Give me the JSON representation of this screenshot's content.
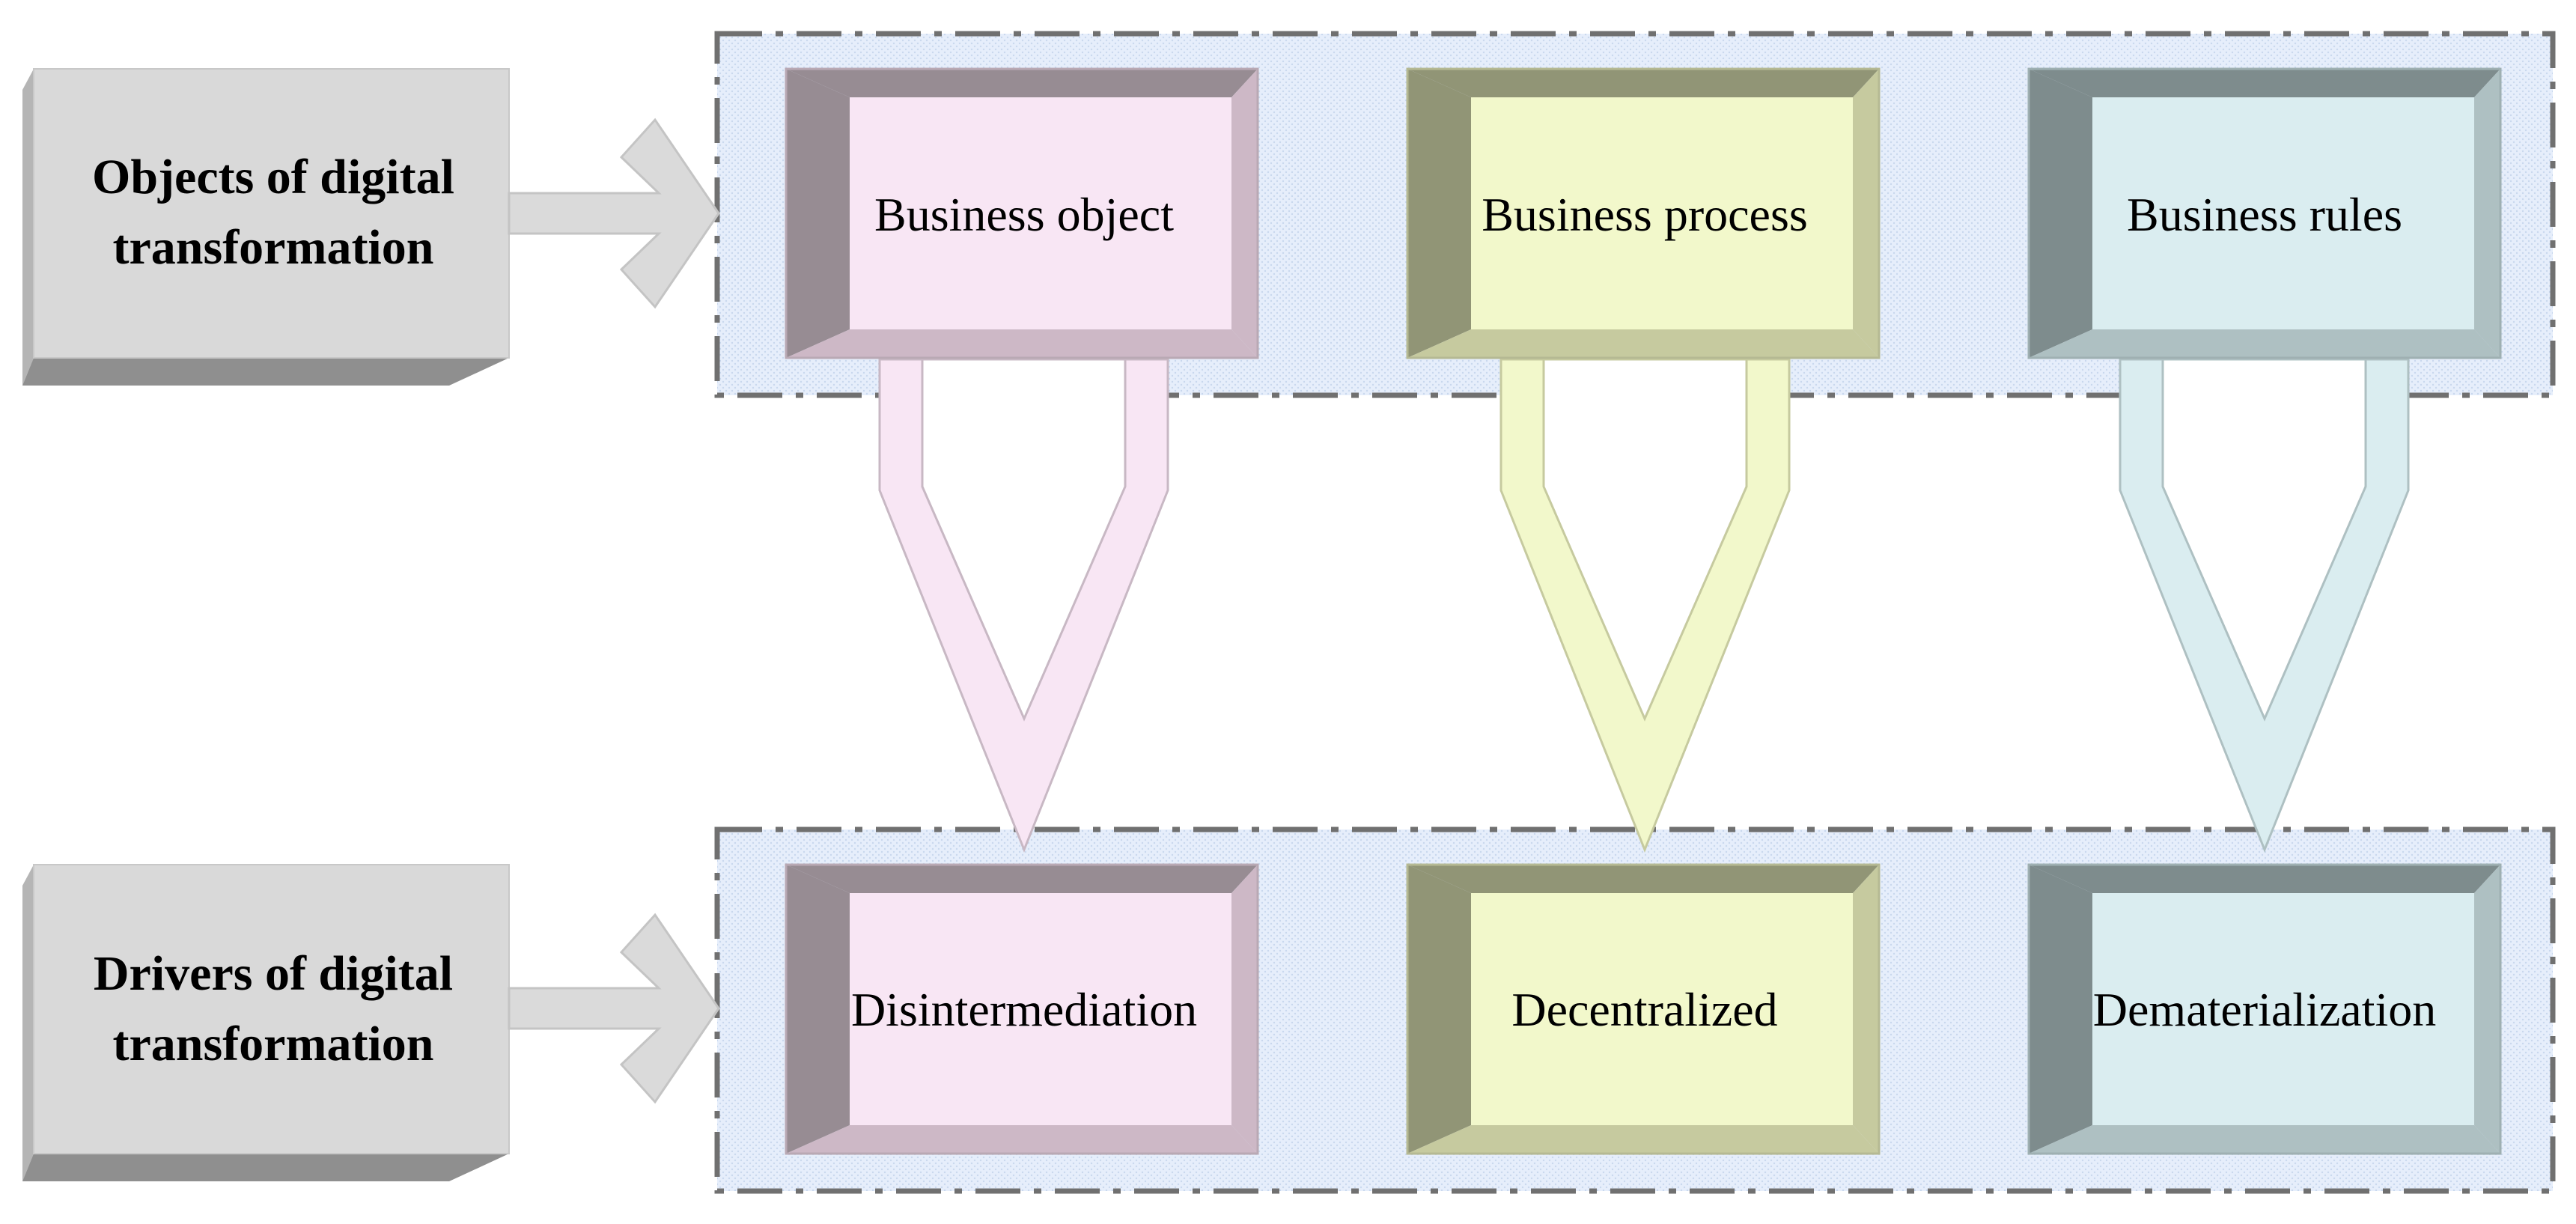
{
  "diagram": {
    "left_labels": {
      "objects": [
        "Objects of digital",
        "transformation"
      ],
      "drivers": [
        "Drivers of digital",
        "transformation"
      ]
    },
    "objects": [
      {
        "label": "Business object",
        "color": "pink"
      },
      {
        "label": "Business process",
        "color": "yellow"
      },
      {
        "label": "Business rules",
        "color": "cyan"
      }
    ],
    "drivers": [
      {
        "label": "Disintermediation",
        "color": "pink"
      },
      {
        "label": "Decentralized",
        "color": "yellow"
      },
      {
        "label": "Dematerialization",
        "color": "cyan"
      }
    ],
    "colors": {
      "pink": {
        "face": "#f8e6f4",
        "light": "#cdb8c6",
        "dark": "#978c93",
        "top": "#978c93"
      },
      "yellow": {
        "face": "#f2f8cb",
        "light": "#c6ca9f",
        "dark": "#919576",
        "top": "#919576"
      },
      "cyan": {
        "face": "#daedf0",
        "light": "#aec0c2",
        "dark": "#7e8c8d",
        "top": "#7e8c8d"
      },
      "gray_box": "#d9d9d9",
      "group_fill": "#e8f0fa",
      "dash": "#707070"
    }
  }
}
